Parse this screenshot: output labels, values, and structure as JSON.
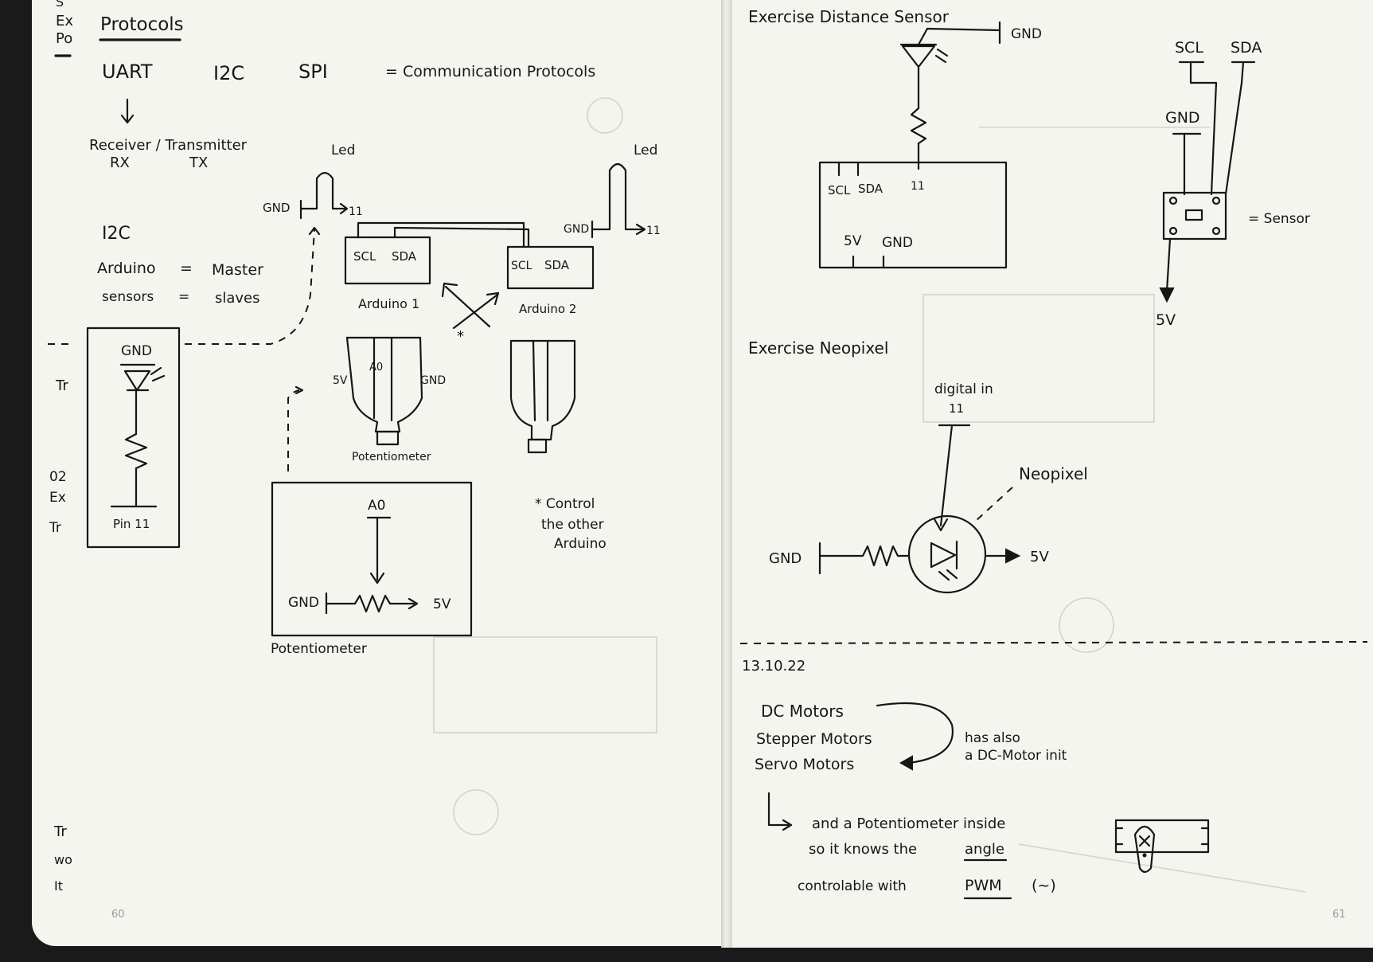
{
  "left_page": {
    "page_number": "60",
    "margin_fragments": [
      "S",
      "Ex",
      "Po",
      "Tr",
      "02",
      "Ex",
      "Tr",
      "Tr",
      "wo",
      "It"
    ],
    "protocols": {
      "heading": "Protocols",
      "uart": "UART",
      "i2c": "I2C",
      "spi": "SPI",
      "equals_text": "= Communication Protocols",
      "rxtx_line1": "Receiver / Transmitter",
      "rx": "RX",
      "tx": "TX"
    },
    "i2c_block": {
      "heading": "I2C",
      "row1_left": "Arduino",
      "row1_eq": "=",
      "row1_right": "Master",
      "row2_left": "sensors",
      "row2_eq": "=",
      "row2_right": "slaves"
    },
    "led_box": {
      "gnd": "GND",
      "pin": "Pin 11"
    },
    "arduino_diagram": {
      "led1": "Led",
      "led2": "Led",
      "gnd1": "GND",
      "gnd2": "GND",
      "pin1": "11",
      "pin2": "11",
      "scl1": "SCL",
      "sda1": "SDA",
      "scl2": "SCL",
      "sda2": "SDA",
      "arduino1": "Arduino 1",
      "arduino2": "Arduino 2",
      "pot_5v": "5V",
      "pot_a0": "A0",
      "pot_gnd": "GND",
      "pot_label": "Potentiometer",
      "asterisk": "*",
      "note_line1": "* Control",
      "note_line2": "the other",
      "note_line3": "Arduino"
    },
    "pot_box": {
      "a0": "A0",
      "gnd": "GND",
      "v5": "5V",
      "caption": "Potentiometer"
    }
  },
  "right_page": {
    "page_number": "61",
    "distance_sensor": {
      "title": "Exercise  Distance Sensor",
      "gnd": "GND",
      "scl": "SCL",
      "sda": "SDA",
      "pin": "11",
      "v5": "5V",
      "gnd2": "GND"
    },
    "sensor_module": {
      "scl": "SCL",
      "sda": "SDA",
      "gnd": "GND",
      "eq": "= Sensor",
      "v5": "5V"
    },
    "neopixel": {
      "title": "Exercise  Neopixel",
      "digital_in": "digital in",
      "pin": "11",
      "label": "Neopixel",
      "gnd": "GND",
      "v5": "5V"
    },
    "motors": {
      "date": "13.10.22",
      "dc": "DC Motors",
      "stepper": "Stepper Motors",
      "servo": "Servo Motors",
      "note_line1": "has also",
      "note_line2": "a DC-Motor init",
      "line1": "and a Potentiometer inside",
      "line2_pre": "so it knows the",
      "line2_u": "angle",
      "line3_pre": "controlable with",
      "line3_u": "PWM",
      "line3_post": "(~)"
    }
  }
}
